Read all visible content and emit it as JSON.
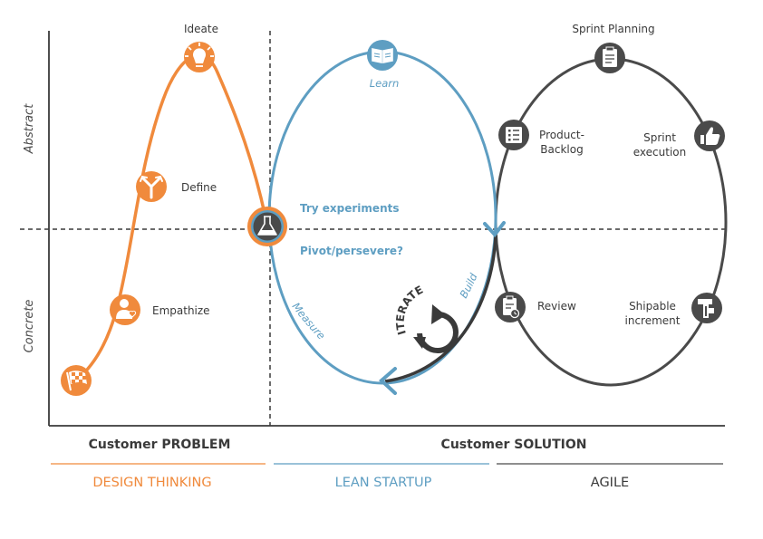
{
  "axis": {
    "abstract": "Abstract",
    "concrete": "Concrete"
  },
  "design_thinking": {
    "ideate": "Ideate",
    "define": "Define",
    "empathize": "Empathize"
  },
  "lean_startup": {
    "learn": "Learn",
    "try_experiments": "Try experiments",
    "pivot": "Pivot/persevere?",
    "build": "Build",
    "measure": "Measure",
    "iterate": "ITERATE"
  },
  "agile": {
    "sprint_planning": "Sprint Planning",
    "product_backlog_1": "Product-",
    "product_backlog_2": "Backlog",
    "sprint_execution_1": "Sprint",
    "sprint_execution_2": "execution",
    "review": "Review",
    "shipable_1": "Shipable",
    "shipable_2": "increment"
  },
  "sections": {
    "problem": "Customer PROBLEM",
    "solution": "Customer SOLUTION"
  },
  "methods": {
    "design_thinking": "DESIGN THINKING",
    "lean_startup": "LEAN STARTUP",
    "agile": "AGILE"
  },
  "colors": {
    "orange": "#f08a3c",
    "blue": "#5e9ec2",
    "dark": "#4a4a4a",
    "axis": "#3a3a3a"
  },
  "icons": {
    "ideate": "lightbulb-icon",
    "define": "split-arrows-icon",
    "empathize": "person-heart-icon",
    "start": "checkered-flag-icon",
    "pivot": "flask-icon",
    "learn": "book-icon",
    "sprint_planning": "clipboard-icon",
    "product_backlog": "list-icon",
    "sprint_execution": "thumbs-up-icon",
    "review": "clipboard-clock-icon",
    "shipable": "package-icon"
  }
}
